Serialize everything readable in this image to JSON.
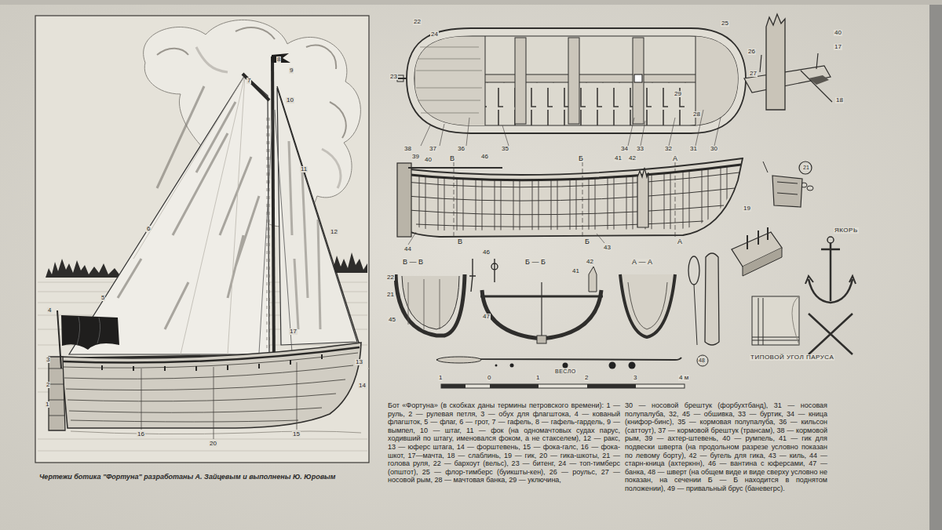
{
  "diagram": {
    "caption": "Чертежи ботика \"Фортуна\" разработаны А. Зайцевым и выполнены Ю. Юровым",
    "labels": [
      "8",
      "9",
      "7",
      "10",
      "6",
      "11",
      "12",
      "17",
      "13",
      "14",
      "4",
      "5",
      "3",
      "2",
      "1",
      "16",
      "20",
      "15",
      "22",
      "24",
      "23",
      "38",
      "37",
      "36",
      "35",
      "34",
      "33",
      "32",
      "31",
      "30",
      "25",
      "26",
      "27",
      "28",
      "29",
      "39",
      "40",
      "В",
      "46",
      "Б",
      "41",
      "42",
      "А",
      "В",
      "Б",
      "А",
      "44",
      "43",
      "В — В",
      "Б — Б",
      "А — А",
      "22",
      "21",
      "45",
      "46",
      "47",
      "41",
      "42",
      "48",
      "40",
      "17",
      "18",
      "21",
      "19",
      "ЯКОРЬ",
      "ТИПОВОЙ УГОЛ ПАРУСА",
      "ВЕСЛО",
      "1",
      "0",
      "1",
      "2",
      "3",
      "4 м",
      "Бот «Фортуна» (в скобках даны термины петровского времени): 1 — руль, 2 — рулевая петля, 3 — обух для флагштока, 4 — кованый флагшток, 5 — флаг, 6 — грот, 7 — гафель, 8 — гафель-гардель, 9 — вымпел, 10 — штаг, 11 — фок (на одномачтовых судах парус, ходивший по штагу, именовался фоком, а не стакселем), 12 — ракс, 13 — юферс штага, 14 — форштевень, 15 — фока-галс, 16 — фока-шкот, 17—мачта, 18 — слаблинь, 19 — гик, 20 — гика-шкоты, 21 — голова руля, 22 — бархоут (вельс), 23 — битенг, 24 — топ-тимберс (општот), 25 — флор-тимберс (буикшты-кен), 26 — роульс, 27 — носовой рым, 28 — мачтовая банка, 29 — уключина,",
      "30 — носовой брештук (форбухтбанд), 31 — носовая полупалуба, 32, 45 — обшивка, 33 — буртик, 34 — кница (книфор-бинс), 35 — кормовая полупалуба, 36 — кильсон (саттоут), 37 — кормовой брештук (трансам), 38 — кормовой рым, 39 — ахтер-штевень, 40 — румпель, 41 — гик для подвески шверта (на продольном разрезе условно показан по левому борту), 42 — бугель для гика, 43 — киль, 44 — старн-кница (ахтеркнн), 46 — вантина с юферсами, 47 — банка, 48 — шверт (на общем виде и виде сверху условно не показан, на сечении Б — Б находится в поднятом положении), 49 — привальный брус (баневегрс)."
    ]
  }
}
